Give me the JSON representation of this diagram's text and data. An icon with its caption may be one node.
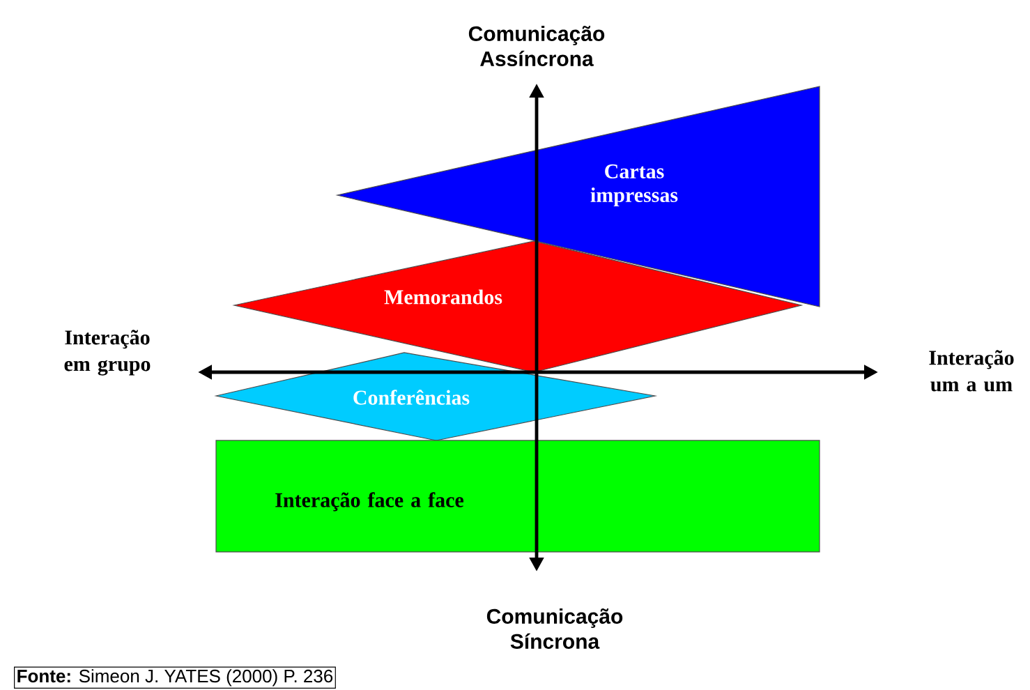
{
  "diagram": {
    "caption": "**Fonte:** Simeon J. YATES (2000) P. 236",
    "nodes": [
      {
        "text": [
          "Cartas impressas"
        ]
      },
      {
        "text": [
          "Memorandos"
        ]
      },
      {
        "text": [
          "Conferências"
        ]
      },
      {
        "text": [
          "Interação face a face"
        ]
      }
    ],
    "labels": [
      "Comunicação Assíncrona",
      "Interação em grupo",
      "Interação um a um",
      "Comunicação Síncrona"
    ]
  }
}
